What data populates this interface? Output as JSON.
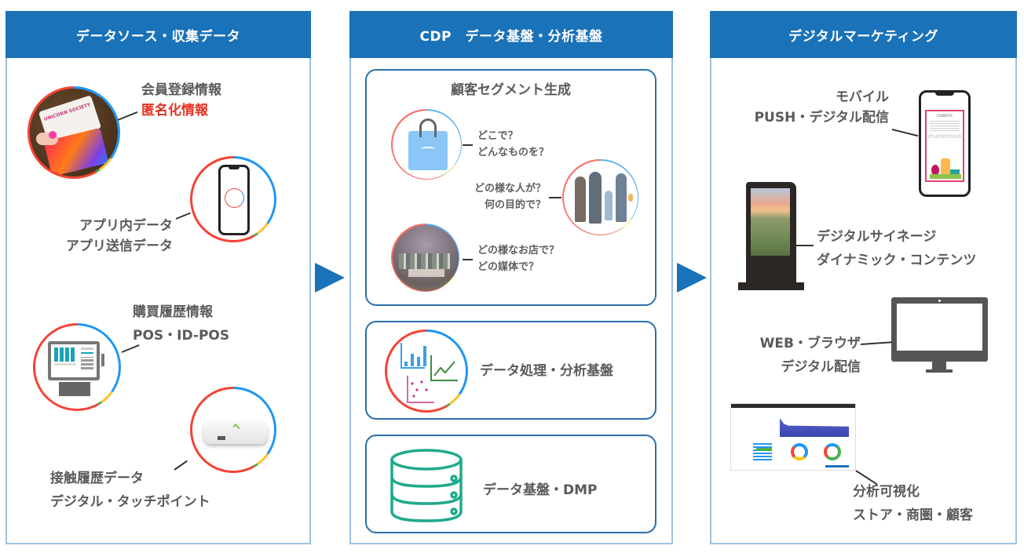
{
  "panels": [
    {
      "title": "データソース・収集データ",
      "items": [
        {
          "icon": "membership-card-photo",
          "lines": [
            "会員登録情報",
            "匿名化情報"
          ],
          "highlight_line": "匿名化情報"
        },
        {
          "icon": "smartphone-icon",
          "lines": [
            "アプリ内データ",
            "アプリ送信データ"
          ]
        },
        {
          "icon": "pos-terminal-icon",
          "lines": [
            "購買履歴情報",
            "POS・ID-POS"
          ]
        },
        {
          "icon": "beacon-device-icon",
          "lines": [
            "接触履歴データ",
            "デジタル・タッチポイント"
          ]
        }
      ]
    },
    {
      "title": "CDP　データ基盤・分析基盤",
      "segment_box": {
        "title": "顧客セグメント生成",
        "items": [
          {
            "icon": "shopping-bag-icon",
            "lines": [
              "どこで？",
              "どんなものを？"
            ]
          },
          {
            "icon": "people-photo",
            "lines": [
              "どの様な人が？",
              "何の目的で？"
            ]
          },
          {
            "icon": "store-interior-photo",
            "lines": [
              "どの様なお店で？",
              "どの媒体で？"
            ]
          }
        ]
      },
      "analysis_box": {
        "icon": "analytics-charts-icon",
        "label": "データ処理・分析基盤"
      },
      "database_box": {
        "icon": "database-icon",
        "label": "データ基盤・DMP"
      }
    },
    {
      "title": "デジタルマーケティング",
      "items": [
        {
          "icon": "mobile-phone-ad-icon",
          "lines": [
            "モバイル",
            "PUSH・デジタル配信"
          ],
          "screen_text": "COSMETIC",
          "watermark": "shutterstock"
        },
        {
          "icon": "digital-signage-icon",
          "lines": [
            "デジタルサイネージ",
            "ダイナミック・コンテンツ"
          ]
        },
        {
          "icon": "desktop-monitor-icon",
          "lines": [
            "WEB・ブラウザ",
            "デジタル配信"
          ]
        },
        {
          "icon": "dashboard-screenshot",
          "lines": [
            "分析可視化",
            "ストア・商圏・顧客"
          ]
        }
      ]
    }
  ],
  "card_text": "UNICORN SOCIETY",
  "colors": {
    "header_blue": "#1a72b8",
    "panel_border": "#9dc3e3",
    "highlight_red": "#e53222",
    "text_gray": "#5a5a5a",
    "db_teal": "#1faa8c"
  }
}
